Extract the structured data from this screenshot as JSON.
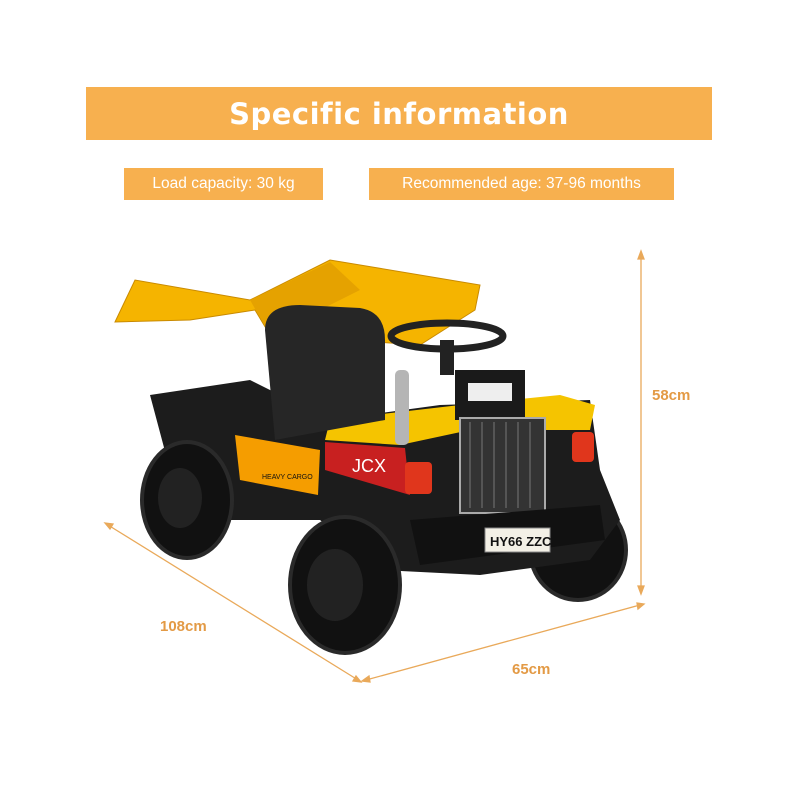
{
  "header": {
    "title": "Specific information"
  },
  "specs": {
    "load_capacity": "Load capacity: 30 kg",
    "recommended_age": "Recommended age: 37-96 months"
  },
  "dimensions": {
    "height": "58cm",
    "length": "108cm",
    "width": "65cm"
  },
  "product": {
    "brand_label": "JCX",
    "plate": "HY66 ZZC",
    "side_decal": "HEAVY CARGO",
    "body_color": "#f5b400",
    "accent_color": "#f7b04f"
  }
}
